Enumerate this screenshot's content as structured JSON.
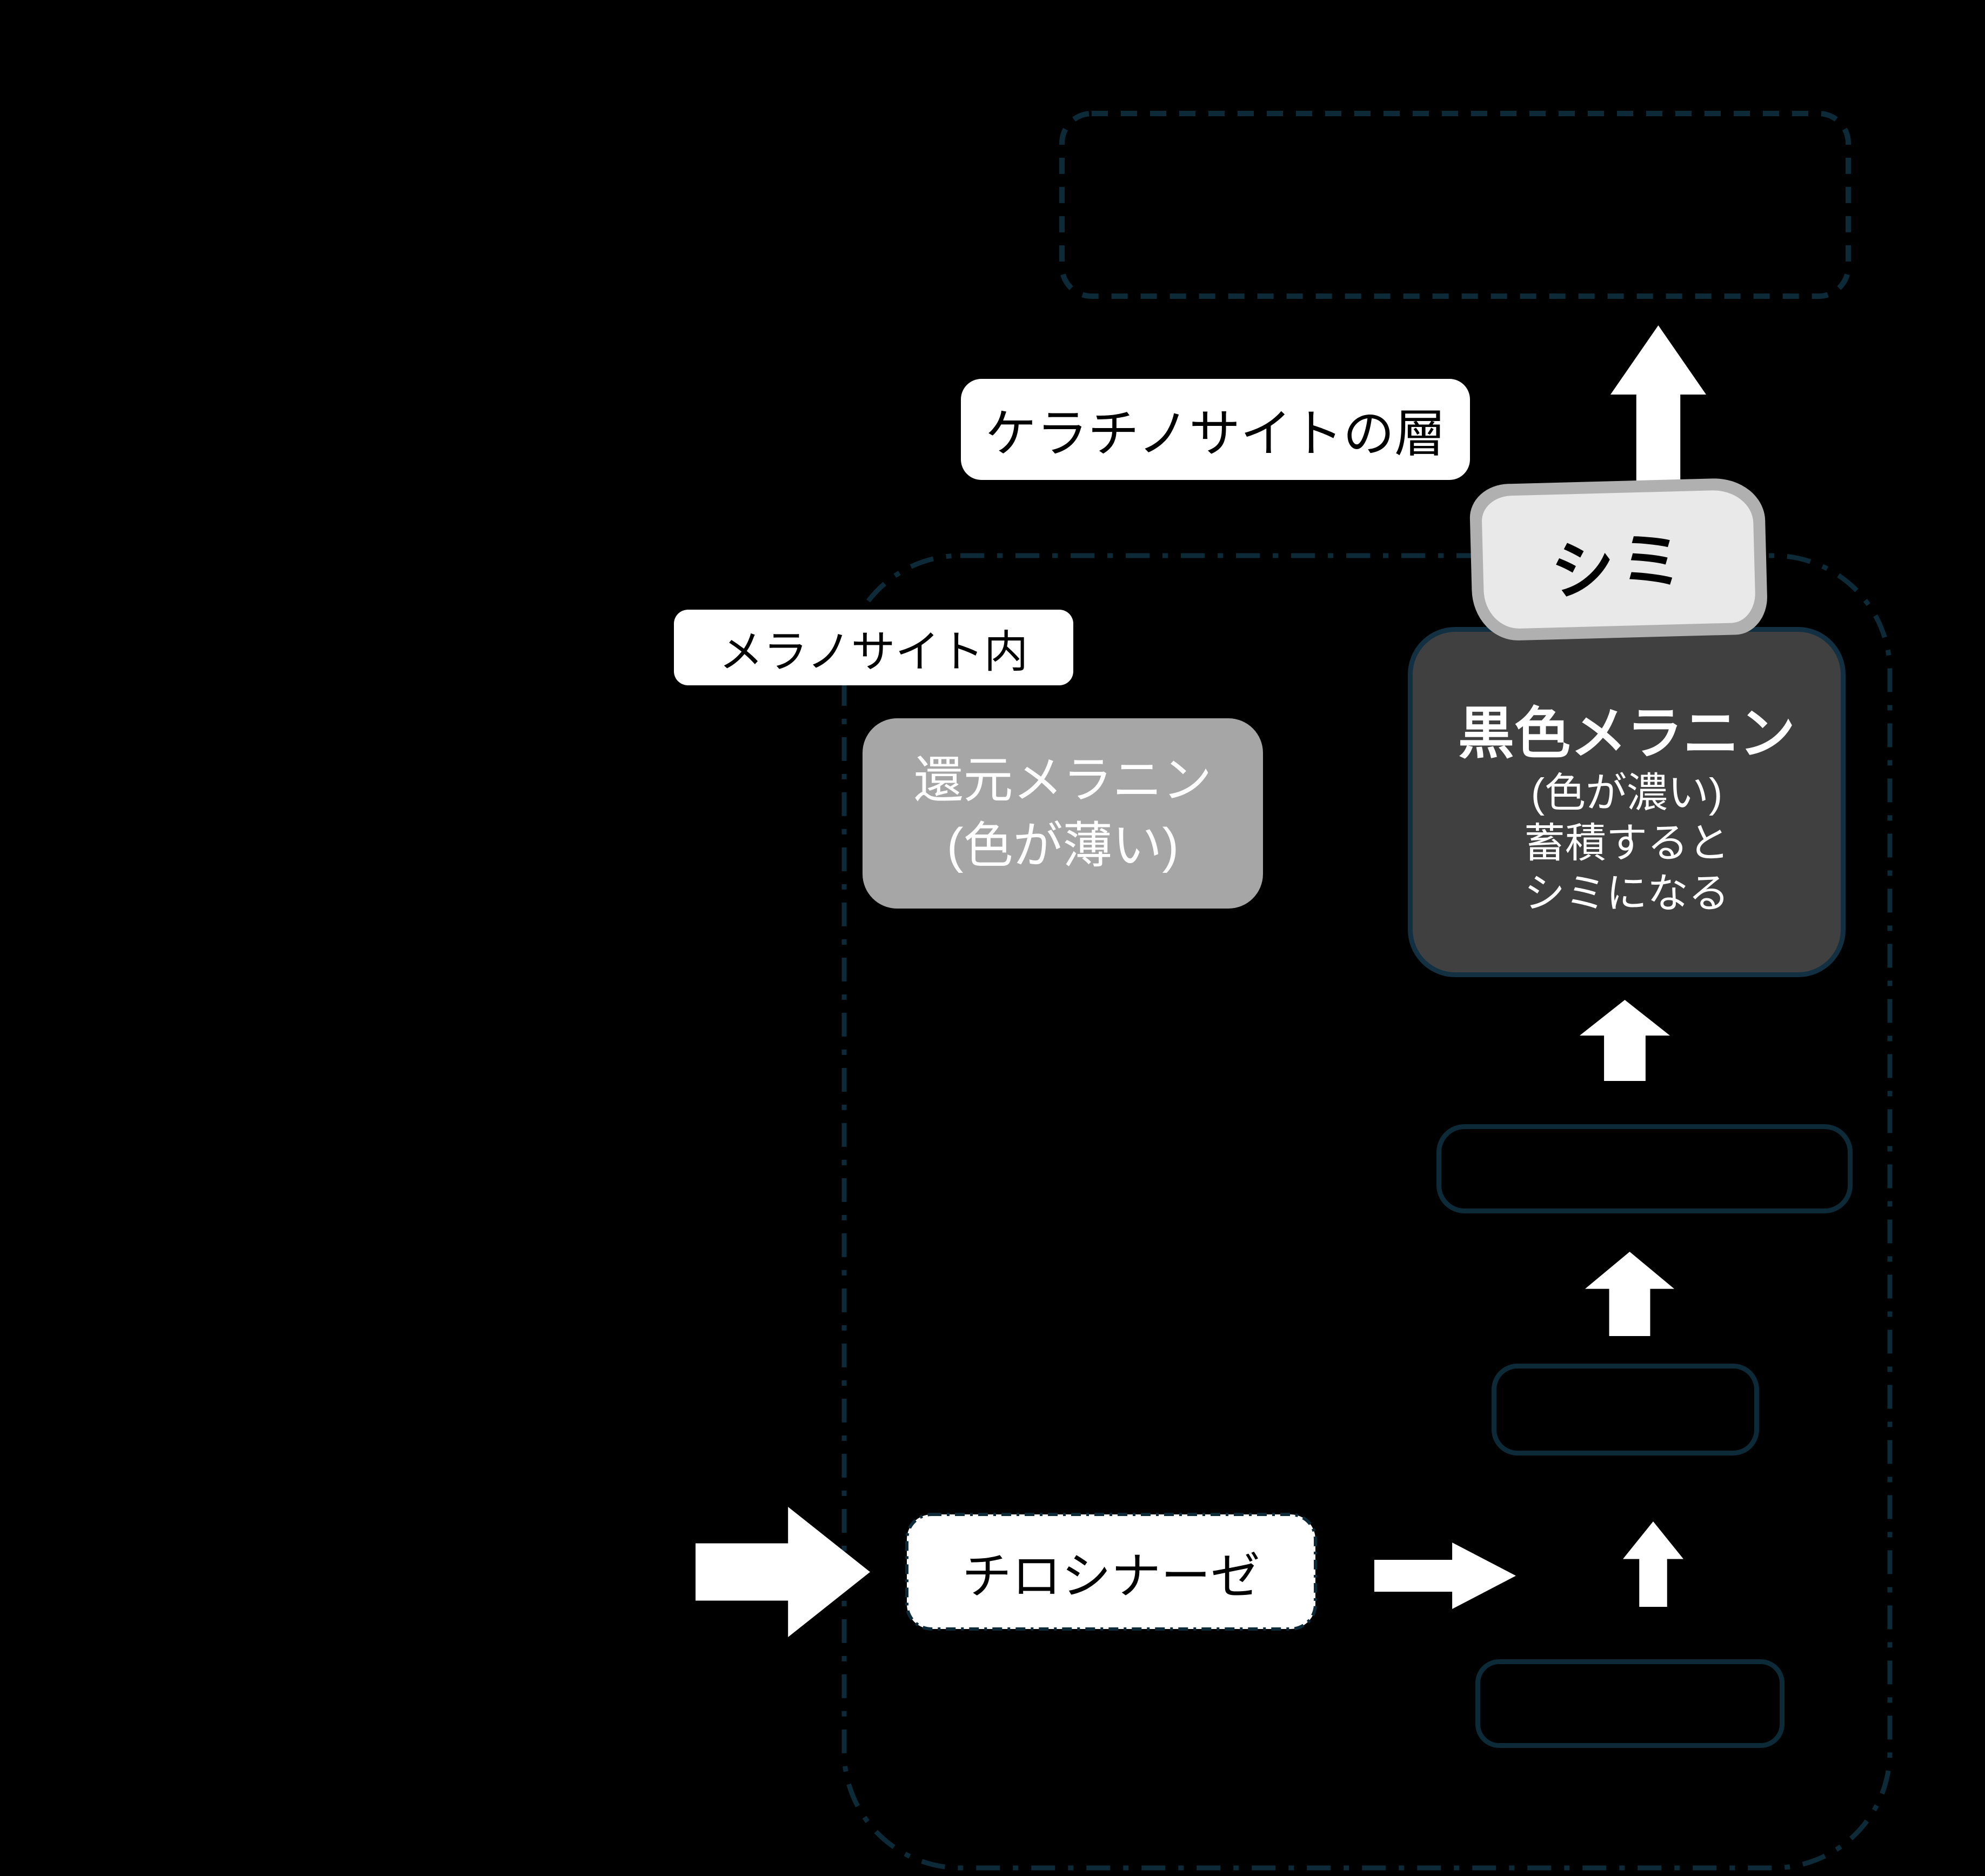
{
  "diagram": {
    "background_color": "#000000",
    "accent_border_color": "#0d2a38",
    "icons": [
      "up-arrow",
      "right-arrow"
    ],
    "labels": {
      "keratinocyte_layer": "ケラチノサイトの層",
      "melanocyte_inside": "メラノサイト内",
      "tyrosinase": "チロシナーゼ",
      "spot": "シミ"
    },
    "black_melanin": {
      "title": "黒色メラニン",
      "line_2": "(色が濃い)",
      "line_3": "蓄積すると",
      "line_4": "シミになる",
      "fill": "#404040",
      "border_color": "#123041",
      "text_color": "#ffffff"
    },
    "reduced_melanin": {
      "title": "還元メラニン",
      "line_2": "(色が薄い)",
      "fill": "#a6a6a6",
      "text_color": "#ffffff"
    },
    "spot_box": {
      "fill": "#e9e9e9",
      "border_color": "#b0b0b0",
      "text_color": "#000000"
    }
  }
}
